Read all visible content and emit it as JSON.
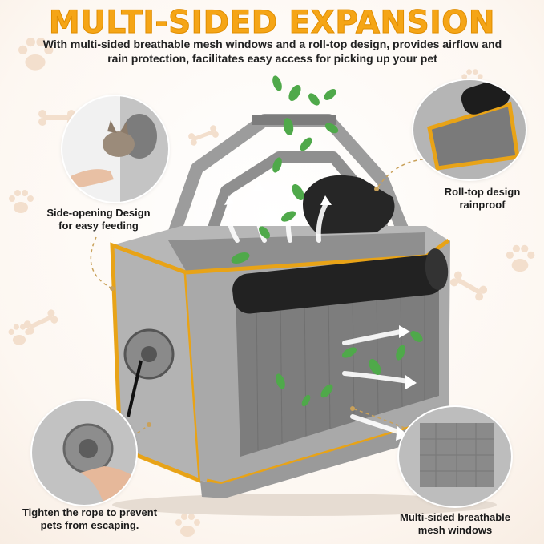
{
  "header": {
    "title": "MULTI-SIDED EXPANSION",
    "subtitle": "With multi-sided breathable mesh windows and a roll-top design, provides airflow and rain protection, facilitates easy access for picking up your pet"
  },
  "callouts": {
    "side_opening": "Side-opening Design for easy feeding",
    "roll_top": "Roll-top design rainproof",
    "tighten_rope": "Tighten the rope to prevent pets from escaping.",
    "mesh_windows": "Multi-sided breathable mesh windows"
  },
  "icons": {
    "paw": "paw-print-icon",
    "bone": "bone-icon",
    "leaf": "leaf-icon",
    "airflow_arrow": "airflow-arrow-icon"
  },
  "colors": {
    "title_orange": "#f5a516",
    "zipper_yellow": "#e8a317",
    "fabric_gray": "#a9a9a9",
    "leaf_green": "#4fa94a",
    "roll_black": "#222222"
  }
}
